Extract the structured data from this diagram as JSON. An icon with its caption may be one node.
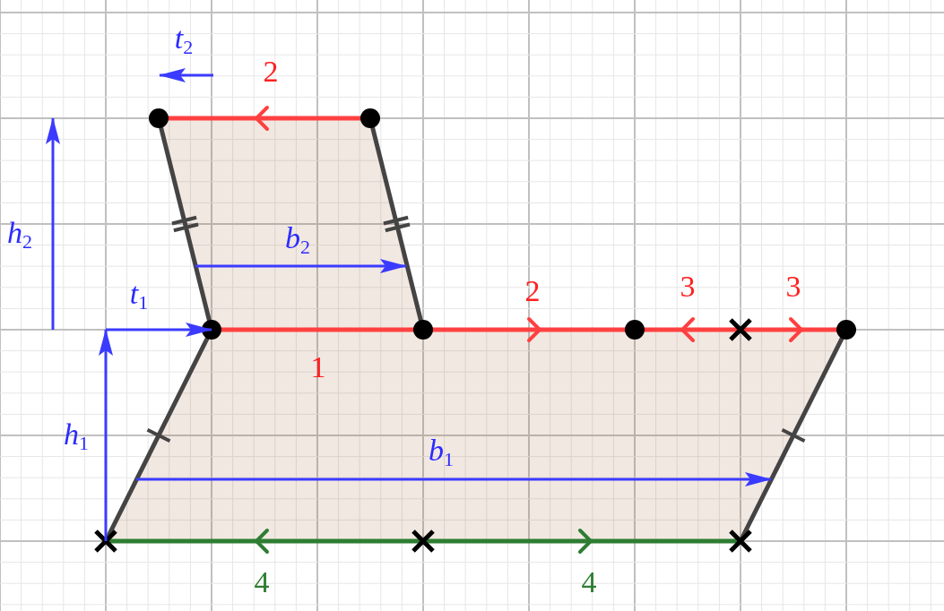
{
  "diagram": {
    "labels": [
      "*t*$_{2}$",
      "2",
      "*h*$_{2}$",
      "*b*$_{2}$",
      "*t*$_{1}$",
      "2",
      "3",
      "3",
      "1",
      "*h*$_{1}$",
      "*b*$_{1}$",
      "4",
      "4"
    ]
  }
}
